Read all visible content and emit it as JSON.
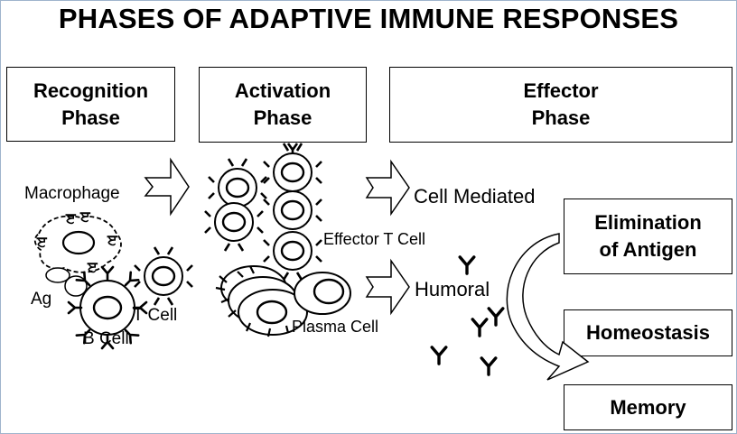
{
  "title": "PHASES OF ADAPTIVE IMMUNE RESPONSES",
  "phases": {
    "recognition": [
      "Recognition",
      "Phase"
    ],
    "activation": [
      "Activation",
      "Phase"
    ],
    "effector": [
      "Effector",
      "Phase"
    ]
  },
  "cells": {
    "macrophage": "Macrophage",
    "ag": "Ag",
    "t_cell": "T Cell",
    "b_cell": "B Cell",
    "effector_t_cell": "Effector T Cell",
    "plasma_cell": "Plasma Cell"
  },
  "responses": {
    "cell_mediated": "Cell Mediated",
    "humoral": "Humoral"
  },
  "outcomes": {
    "elimination": [
      "Elimination",
      "of Antigen"
    ],
    "homeostasis": "Homeostasis",
    "memory": "Memory"
  }
}
